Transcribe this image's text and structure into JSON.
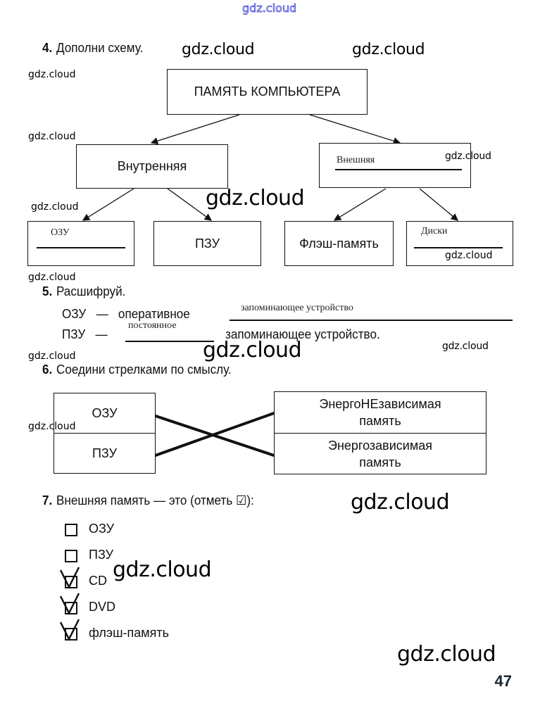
{
  "watermark": "gdz.cloud",
  "page_number": "47",
  "task4": {
    "number": "4.",
    "title": "Дополни схему.",
    "root": "ПАМЯТЬ КОМПЬЮТЕРА",
    "internal": "Внутренняя",
    "external_answer": "Внешняя",
    "ozu_answer": "ОЗУ",
    "pzu": "ПЗУ",
    "flash": "Флэш-память",
    "disks_answer": "Диски"
  },
  "task5": {
    "number": "5.",
    "title": "Расшифруй.",
    "line1_abbr": "ОЗУ",
    "line1_dash": "—",
    "line1_word": "оперативное",
    "line1_answer": "запоминающее устройство",
    "line2_abbr": "ПЗУ",
    "line2_dash": "—",
    "line2_answer": "постоянное",
    "line2_rest": "запоминающее устройство."
  },
  "task6": {
    "number": "6.",
    "title": "Соедини стрелками по смыслу.",
    "left": [
      "ОЗУ",
      "ПЗУ"
    ],
    "right": [
      "ЭнергоНЕзависимая память",
      "Энергозависимая память"
    ],
    "right_lines": [
      [
        "ЭнергоНЕзависимая",
        "память"
      ],
      [
        "Энергозависимая",
        "память"
      ]
    ],
    "connections": [
      [
        "ОЗУ",
        "Энергозависимая память"
      ],
      [
        "ПЗУ",
        "ЭнергоНЕзависимая память"
      ]
    ]
  },
  "task7": {
    "number": "7.",
    "title": "Внешняя память — это (отметь",
    "title_end": "):",
    "check_symbol": "☑",
    "options": [
      {
        "label": "ОЗУ",
        "checked": false
      },
      {
        "label": "ПЗУ",
        "checked": false
      },
      {
        "label": "CD",
        "checked": true
      },
      {
        "label": "DVD",
        "checked": true
      },
      {
        "label": "флэш-память",
        "checked": true
      }
    ]
  }
}
